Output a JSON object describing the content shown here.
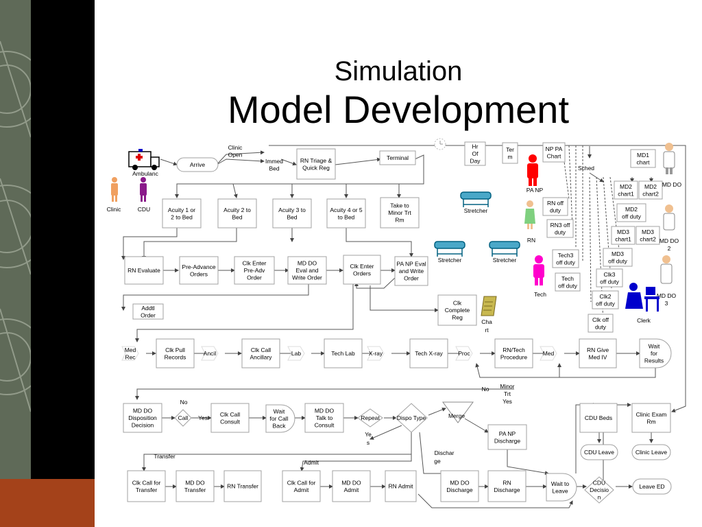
{
  "slide": {
    "title_line1": "Simulation",
    "title_line2": "Model Development"
  },
  "colors": {
    "magenta": "#e010e0",
    "red": "#e00000",
    "green": "#009000",
    "blue": "#0000d0",
    "black": "#000000",
    "nurse_green": "#60c060",
    "tech_magenta": "#ff00cc",
    "doctor_red": "#ff0000",
    "clerk_blue": "#0000cc"
  },
  "boxes": [
    {
      "name": "clinic-open",
      "lines": [
        "Clinic",
        "Open"
      ],
      "color": "red",
      "box": false
    },
    {
      "name": "immed-bed",
      "lines": [
        "Immed",
        "Bed"
      ],
      "color": "black",
      "box": false
    },
    {
      "name": "rn-triage",
      "lines": [
        "RN Triage &",
        "Quick Reg"
      ],
      "color": "green",
      "box": true
    },
    {
      "name": "terminal",
      "lines": [
        "Terminal"
      ],
      "color": "magenta",
      "box": true
    },
    {
      "name": "hr-of-day",
      "lines": [
        "Hr",
        "Of",
        "Day"
      ],
      "color": "magenta",
      "box": true
    },
    {
      "name": "term",
      "lines": [
        "Ter",
        "m"
      ],
      "color": "magenta",
      "box": true
    },
    {
      "name": "np-pa-chart",
      "lines": [
        "NP PA",
        "Chart"
      ],
      "color": "red",
      "box": true
    },
    {
      "name": "md1-chart",
      "lines": [
        "MD1",
        "chart"
      ],
      "color": "black",
      "box": true
    },
    {
      "name": "sched",
      "lines": [
        "Sched"
      ],
      "color": "black",
      "box": false
    },
    {
      "name": "md2-chart1",
      "lines": [
        "MD2",
        "chart1"
      ],
      "color": "black",
      "box": true
    },
    {
      "name": "md2-chart2",
      "lines": [
        "MD2",
        "chart2"
      ],
      "color": "black",
      "box": true
    },
    {
      "name": "rn-off-duty",
      "lines": [
        "RN off",
        "duty"
      ],
      "color": "green",
      "box": true
    },
    {
      "name": "md2-off-duty",
      "lines": [
        "MD2",
        "off duty"
      ],
      "color": "black",
      "box": true
    },
    {
      "name": "rn3-off-duty",
      "lines": [
        "RN3 off",
        "duty"
      ],
      "color": "green",
      "box": true
    },
    {
      "name": "md3-chart1",
      "lines": [
        "MD3",
        "chart1"
      ],
      "color": "black",
      "box": true
    },
    {
      "name": "md3-chart2",
      "lines": [
        "MD3",
        "chart2"
      ],
      "color": "black",
      "box": true
    },
    {
      "name": "tech3-off-duty",
      "lines": [
        "Tech3",
        "off duty"
      ],
      "color": "magenta",
      "box": true
    },
    {
      "name": "md3-off-duty",
      "lines": [
        "MD3",
        "off duty"
      ],
      "color": "black",
      "box": true
    },
    {
      "name": "clk3-off-duty",
      "lines": [
        "Clk3",
        "off duty"
      ],
      "color": "blue",
      "box": true
    },
    {
      "name": "tech-off-duty",
      "lines": [
        "Tech",
        "off duty"
      ],
      "color": "magenta",
      "box": true
    },
    {
      "name": "clk2-off-duty",
      "lines": [
        "Clk2",
        "off duty"
      ],
      "color": "blue",
      "box": true
    },
    {
      "name": "clk-off-duty",
      "lines": [
        "Clk off",
        "duty"
      ],
      "color": "blue",
      "box": true
    },
    {
      "name": "acuity-1-2",
      "lines": [
        "Acuity 1 or",
        "2 to Bed"
      ],
      "color": "magenta",
      "box": true
    },
    {
      "name": "acuity-2",
      "lines": [
        "Acuity 2 to",
        "Bed"
      ],
      "color": "magenta",
      "box": true
    },
    {
      "name": "acuity-3",
      "lines": [
        "Acuity 3 to",
        "Bed"
      ],
      "color": "magenta",
      "box": true
    },
    {
      "name": "acuity-4-5",
      "lines": [
        "Acuity 4 or 5",
        "to Bed"
      ],
      "color": "magenta",
      "box": true
    },
    {
      "name": "take-minor",
      "lines": [
        "Take to",
        "Minor Trt",
        "Rm"
      ],
      "color": "magenta",
      "box": true
    },
    {
      "name": "rn-evaluate",
      "lines": [
        "RN Evaluate"
      ],
      "color": "green",
      "box": true
    },
    {
      "name": "pre-advance",
      "lines": [
        "Pre-Advance",
        "Orders"
      ],
      "color": "green",
      "box": true
    },
    {
      "name": "clk-enter-pre-adv",
      "lines": [
        "Clk Enter",
        "Pre-Adv",
        "Order"
      ],
      "color": "blue",
      "box": true
    },
    {
      "name": "md-do-eval",
      "lines": [
        "MD DO",
        "Eval and",
        "Write Order"
      ],
      "color": "black",
      "box": true
    },
    {
      "name": "clk-enter-orders",
      "lines": [
        "Clk Enter",
        "Orders"
      ],
      "color": "blue",
      "box": true
    },
    {
      "name": "pa-np-eval",
      "lines": [
        "PA NP Eval",
        "and Write",
        "Order"
      ],
      "color": "red",
      "box": true
    },
    {
      "name": "addtl-order",
      "lines": [
        "Addtl",
        "Order"
      ],
      "color": "black",
      "box": true
    },
    {
      "name": "clk-complete-reg",
      "lines": [
        "Clk",
        "Complete",
        "Reg"
      ],
      "color": "blue",
      "box": true
    },
    {
      "name": "clk-pull-records",
      "lines": [
        "Clk Pull",
        "Records"
      ],
      "color": "blue",
      "box": true
    },
    {
      "name": "clk-call-ancillary",
      "lines": [
        "Clk Call",
        "Ancillary"
      ],
      "color": "blue",
      "box": true
    },
    {
      "name": "tech-lab",
      "lines": [
        "Tech Lab"
      ],
      "color": "magenta",
      "box": true
    },
    {
      "name": "tech-xray",
      "lines": [
        "Tech X-ray"
      ],
      "color": "magenta",
      "box": true
    },
    {
      "name": "rn-tech-procedure",
      "lines": [
        "RN/Tech",
        "Procedure"
      ],
      "color": "black",
      "box": true
    },
    {
      "name": "rn-give-med",
      "lines": [
        "RN Give",
        "Med IV"
      ],
      "color": "green",
      "box": true
    },
    {
      "name": "md-do-disposition",
      "lines": [
        "MD DO",
        "Disposition",
        "Decision"
      ],
      "color": "red",
      "box": true
    },
    {
      "name": "clk-call-consult",
      "lines": [
        "Clk Call",
        "Consult"
      ],
      "color": "blue",
      "box": true
    },
    {
      "name": "md-do-talk",
      "lines": [
        "MD DO",
        "Talk to",
        "Consult"
      ],
      "color": "black",
      "box": true
    },
    {
      "name": "pa-np-discharge",
      "lines": [
        "PA NP",
        "Discharge"
      ],
      "color": "red",
      "box": true
    },
    {
      "name": "cdu-beds",
      "lines": [
        "CDU Beds"
      ],
      "color": "blue",
      "box": true
    },
    {
      "name": "clinic-exam-rm",
      "lines": [
        "Clinic Exam",
        "Rm"
      ],
      "color": "red",
      "box": true
    },
    {
      "name": "clk-call-transfer",
      "lines": [
        "Clk Call for",
        "Transfer"
      ],
      "color": "blue",
      "box": true
    },
    {
      "name": "md-do-transfer",
      "lines": [
        "MD DO",
        "Transfer"
      ],
      "color": "black",
      "box": true
    },
    {
      "name": "rn-transfer",
      "lines": [
        "RN Transfer"
      ],
      "color": "green",
      "box": true
    },
    {
      "name": "clk-call-admit",
      "lines": [
        "Clk Call for",
        "Admit"
      ],
      "color": "blue",
      "box": true
    },
    {
      "name": "md-do-admit",
      "lines": [
        "MD DO",
        "Admit"
      ],
      "color": "black",
      "box": true
    },
    {
      "name": "rn-admit",
      "lines": [
        "RN Admit"
      ],
      "color": "green",
      "box": true
    },
    {
      "name": "md-do-discharge",
      "lines": [
        "MD DO",
        "Discharge"
      ],
      "color": "red",
      "box": true
    },
    {
      "name": "rn-discharge",
      "lines": [
        "RN",
        "Discharge"
      ],
      "color": "green",
      "box": true
    }
  ],
  "rounded": [
    {
      "name": "arrive",
      "lines": [
        "Arrive"
      ],
      "color": "black"
    },
    {
      "name": "cdu-leave",
      "lines": [
        "CDU Leave"
      ],
      "color": "blue"
    },
    {
      "name": "clinic-leave",
      "lines": [
        "Clinic Leave"
      ],
      "color": "red"
    },
    {
      "name": "leave-ed",
      "lines": [
        "Leave ED"
      ],
      "color": "black"
    }
  ],
  "waits": [
    {
      "name": "wait-for-results",
      "lines": [
        "Wait",
        "for",
        "Results"
      ],
      "color": "black"
    },
    {
      "name": "wait-for-call-back",
      "lines": [
        "Wait",
        "for Call",
        "Back"
      ],
      "color": "black"
    },
    {
      "name": "wait-to-leave",
      "lines": [
        "Wait to",
        "Leave"
      ],
      "color": "black"
    }
  ],
  "diamonds": [
    {
      "name": "call-decision",
      "lines": [
        "Call"
      ],
      "color": "black"
    },
    {
      "name": "repeat-decision",
      "lines": [
        "Repeat"
      ],
      "color": "black"
    },
    {
      "name": "dispo-type-decision",
      "lines": [
        "Dispo Type"
      ],
      "color": "black"
    },
    {
      "name": "cdu-decision",
      "lines": [
        "CDU",
        "Decisio",
        "n"
      ],
      "color": "blue"
    }
  ],
  "chevrons": [
    {
      "name": "med-rec",
      "lines": [
        "Med",
        "Rec"
      ]
    },
    {
      "name": "ancil",
      "lines": [
        "Ancil"
      ]
    },
    {
      "name": "lab",
      "lines": [
        "Lab"
      ]
    },
    {
      "name": "x-ray",
      "lines": [
        "X-ray"
      ]
    },
    {
      "name": "proc",
      "lines": [
        "Proc"
      ]
    },
    {
      "name": "med",
      "lines": [
        "Med"
      ]
    }
  ],
  "merge": {
    "label": "Merge",
    "color": "green"
  },
  "labels": [
    {
      "name": "ambulance-label",
      "text": "Ambulanc"
    },
    {
      "name": "clinic-person-label",
      "text": "Clinic"
    },
    {
      "name": "cdu-person-label",
      "text": "CDU"
    },
    {
      "name": "pa-np-label",
      "text": "PA NP",
      "color": "red"
    },
    {
      "name": "rn-label",
      "text": "RN",
      "color": "green"
    },
    {
      "name": "tech-label",
      "text": "Tech",
      "color": "magenta"
    },
    {
      "name": "clerk-label",
      "text": "Clerk",
      "color": "blue"
    },
    {
      "name": "md-do-label",
      "text": "MD DO"
    },
    {
      "name": "md-do-2-label-a",
      "text": "MD DO"
    },
    {
      "name": "md-do-2-label-b",
      "text": "2"
    },
    {
      "name": "md-do-3-label-a",
      "text": "MD DO"
    },
    {
      "name": "md-do-3-label-b",
      "text": "3"
    },
    {
      "name": "stretcher-label-1",
      "text": "Stretcher"
    },
    {
      "name": "stretcher-label-2",
      "text": "Stretcher"
    },
    {
      "name": "stretcher-label-3",
      "text": "Stretcher"
    },
    {
      "name": "chart-label-a",
      "text": "Cha"
    },
    {
      "name": "chart-label-b",
      "text": "rt"
    },
    {
      "name": "no-label-1",
      "text": "No"
    },
    {
      "name": "yes-label-1",
      "text": "Yes"
    },
    {
      "name": "yes-label-2a",
      "text": "Ye"
    },
    {
      "name": "yes-label-2b",
      "text": "s"
    },
    {
      "name": "no-label-2",
      "text": "No"
    },
    {
      "name": "minor-trt-a",
      "text": "Minor"
    },
    {
      "name": "minor-trt-b",
      "text": "Trt"
    },
    {
      "name": "minor-trt-c",
      "text": "Yes"
    },
    {
      "name": "transfer-label",
      "text": "Transfer"
    },
    {
      "name": "admit-label",
      "text": "Admit"
    },
    {
      "name": "discharge-label-a",
      "text": "Dischar"
    },
    {
      "name": "discharge-label-b",
      "text": "ge"
    }
  ]
}
